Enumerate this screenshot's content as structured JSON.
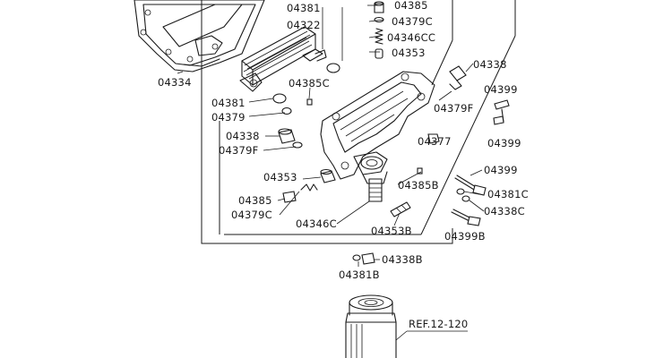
{
  "labels": {
    "l04334": "04334",
    "l04381_top": "04381",
    "l04322": "04322",
    "l04385_top": "04385",
    "l04379C_top": "04379C",
    "l04346CC": "04346CC",
    "l04353_top": "04353",
    "l04338_right": "04338",
    "l04381_mid": "04381",
    "l04379": "04379",
    "l04385C": "04385C",
    "l04399_r1": "04399",
    "l04379F_right": "04379F",
    "l04399_r2": "04399",
    "l04338_left": "04338",
    "l04377": "04377",
    "l04379F_left": "04379F",
    "l04399_r3": "04399",
    "l04353_left": "04353",
    "l04385B": "04385B",
    "l04381C": "04381C",
    "l04385_left": "04385",
    "l04338C": "04338C",
    "l04379C_left": "04379C",
    "l04346C": "04346C",
    "l04353B": "04353B",
    "l04399B": "04399B",
    "l04338B": "04338B",
    "l04381B": "04381B",
    "ref": "REF.12-120"
  }
}
